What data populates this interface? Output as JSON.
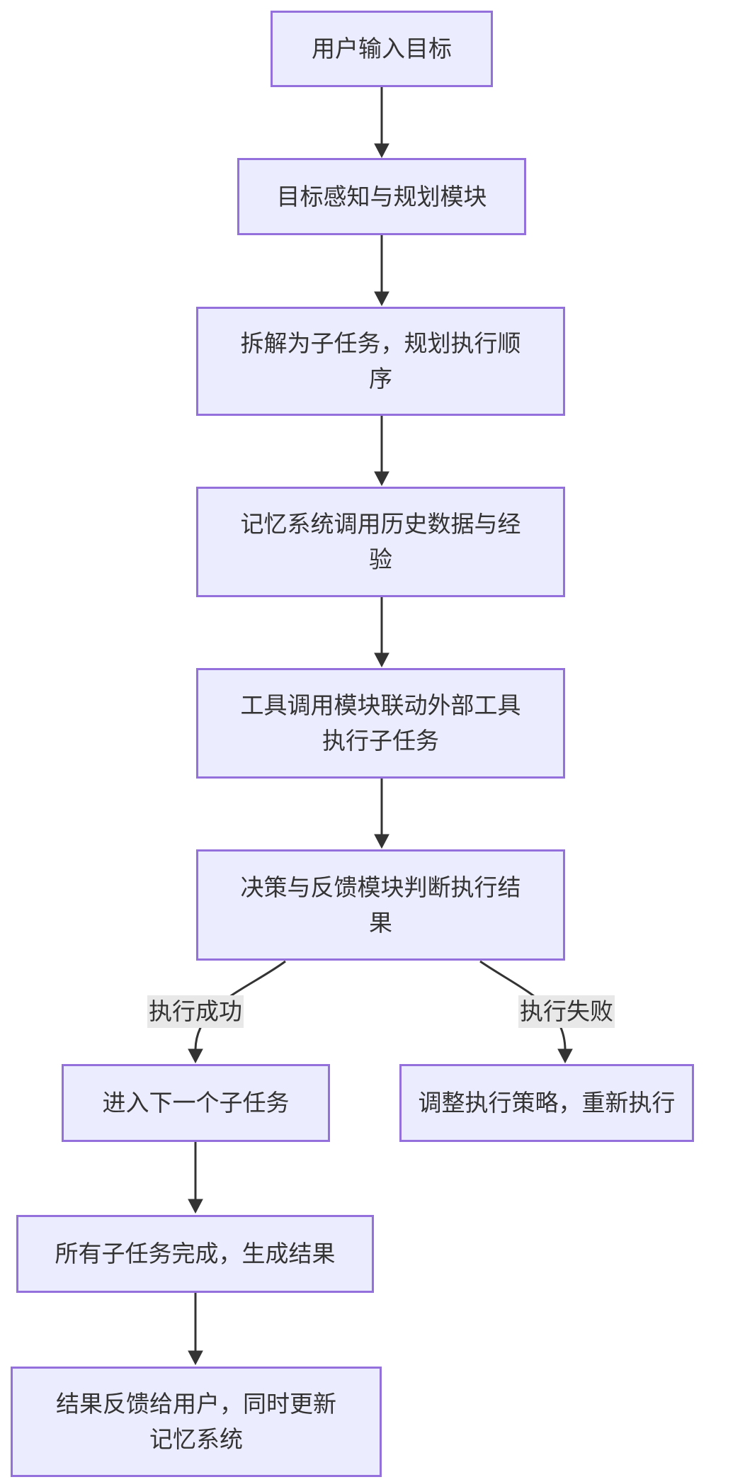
{
  "diagram": {
    "title": "agent-task-execution-flowchart",
    "colors": {
      "node_fill": "#ECECFF",
      "node_border": "#9370DB",
      "text": "#333333",
      "edge": "#333333",
      "edge_label_bg": "#e8e8e8",
      "background": "#ffffff"
    },
    "nodes": [
      {
        "id": "user-goal-input",
        "label": "用户输入目标"
      },
      {
        "id": "goal-planning-module",
        "label": "目标感知与规划模块"
      },
      {
        "id": "decompose-subtasks",
        "label": "拆解为子任务，规划执行顺\n序"
      },
      {
        "id": "memory-system",
        "label": "记忆系统调用历史数据与经\n验"
      },
      {
        "id": "tool-invocation",
        "label": "工具调用模块联动外部工具\n执行子任务"
      },
      {
        "id": "decision-feedback",
        "label": "决策与反馈模块判断执行结\n果"
      },
      {
        "id": "next-subtask",
        "label": "进入下一个子任务"
      },
      {
        "id": "adjust-strategy",
        "label": "调整执行策略，重新执行"
      },
      {
        "id": "all-subtasks-done",
        "label": "所有子任务完成，生成结果"
      },
      {
        "id": "feedback-to-user",
        "label": "结果反馈给用户，同时更新\n记忆系统"
      }
    ],
    "edge_labels": [
      {
        "id": "success",
        "label": "执行成功"
      },
      {
        "id": "failure",
        "label": "执行失败"
      }
    ]
  }
}
